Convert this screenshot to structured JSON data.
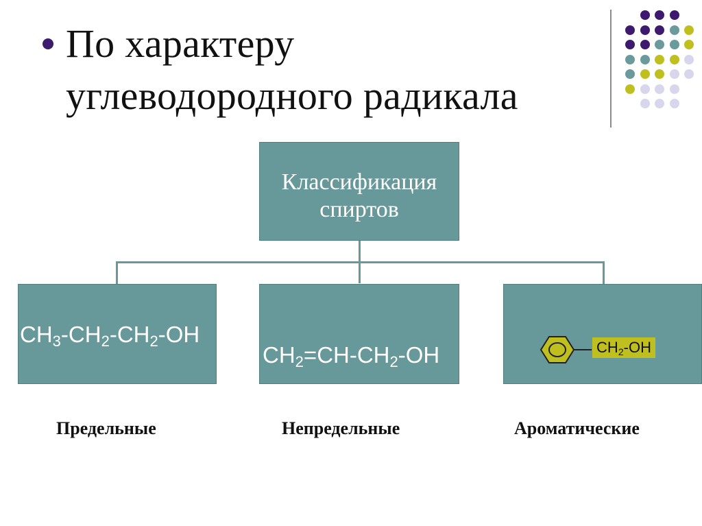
{
  "title": {
    "line1": "По характеру",
    "line2": "углеводородного радикала"
  },
  "root": {
    "line1": "Классификация",
    "line2": "спиртов"
  },
  "formulas": {
    "saturated": {
      "p1": "CH",
      "s1": "3",
      "p2": "-CH",
      "s2": "2",
      "p3": "-CH",
      "s3": "2",
      "p4": "-OH"
    },
    "unsaturated": {
      "p1": "CH",
      "s1": "2",
      "p2": "=CH-CH",
      "s2": "2",
      "p3": "-OH"
    },
    "aromatic": {
      "p1": "CH",
      "s1": "2",
      "p2": "-OH"
    }
  },
  "captions": {
    "saturated": "Предельные",
    "unsaturated": "Непредельные",
    "aromatic": "Ароматические"
  },
  "colors": {
    "box": "#67989a",
    "purple": "#3d1a6e",
    "teal": "#6a9a9c",
    "olive": "#bfbf1f",
    "lavender": "#d8d6ec",
    "label": "#bfbf1f"
  }
}
